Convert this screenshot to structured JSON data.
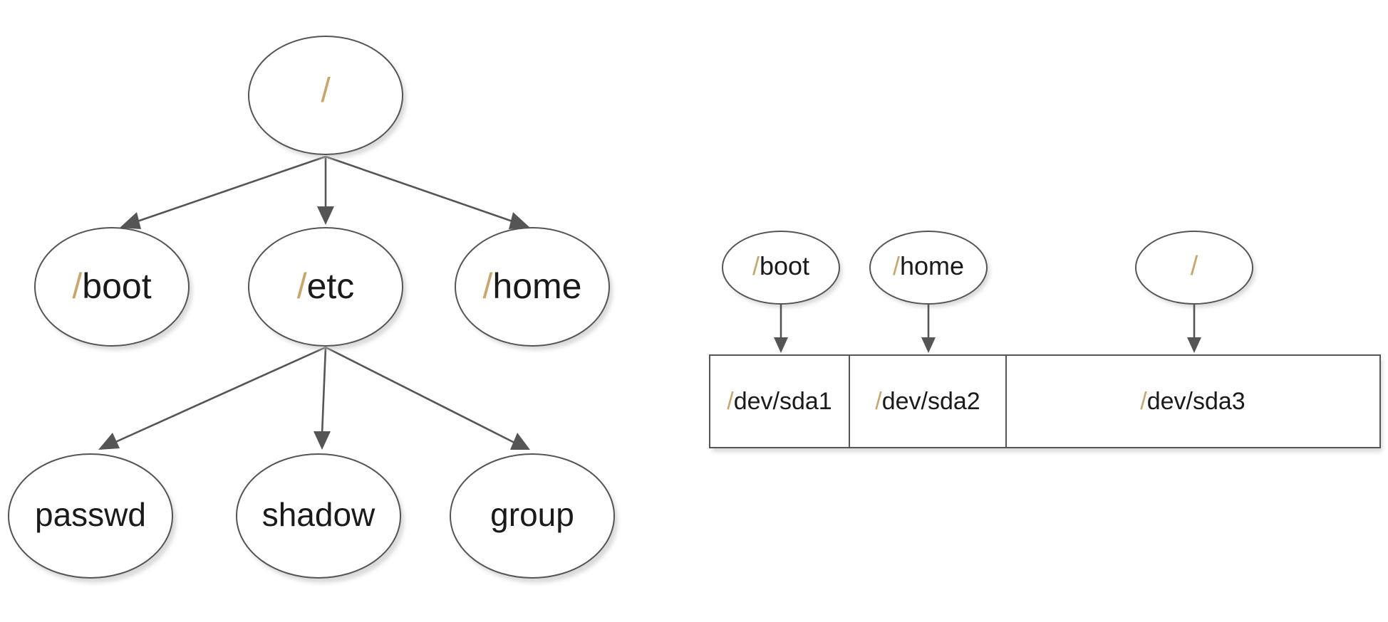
{
  "tree": {
    "root": {
      "slash": "/",
      "name": ""
    },
    "level1": [
      {
        "slash": "/",
        "name": "boot"
      },
      {
        "slash": "/",
        "name": "etc"
      },
      {
        "slash": "/",
        "name": "home"
      }
    ],
    "level2": [
      {
        "slash": "",
        "name": "passwd"
      },
      {
        "slash": "",
        "name": "shadow"
      },
      {
        "slash": "",
        "name": "group"
      }
    ]
  },
  "mounts": {
    "points": [
      {
        "slash": "/",
        "name": "boot"
      },
      {
        "slash": "/",
        "name": "home"
      },
      {
        "slash": "/",
        "name": ""
      }
    ],
    "partitions": [
      {
        "slash": "/",
        "name": "dev/sda1"
      },
      {
        "slash": "/",
        "name": "dev/sda2"
      },
      {
        "slash": "/",
        "name": "dev/sda3"
      }
    ]
  },
  "colors": {
    "stroke": "#555555",
    "slash": "#c9a66b",
    "text": "#1a1a1a"
  }
}
